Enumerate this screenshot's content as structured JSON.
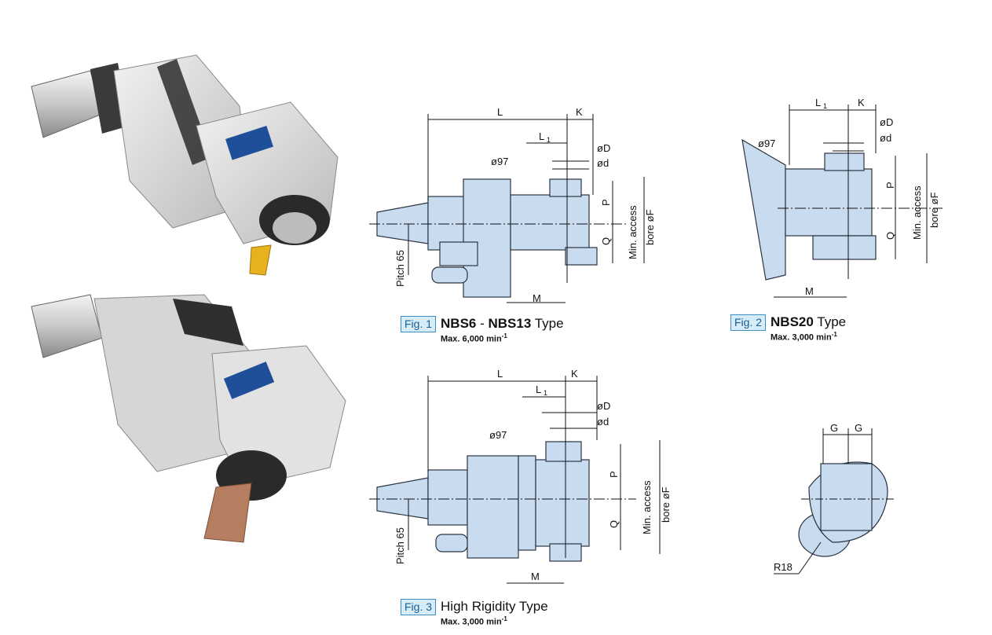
{
  "figures": {
    "fig1": {
      "label": "Fig. 1",
      "name_bold_1": "NBS6",
      "name_sep": " - ",
      "name_bold_2": "NBS13",
      "name_suffix": " Type",
      "speed_text": "Max. 6,000 min",
      "speed_exp": "-1"
    },
    "fig2": {
      "label": "Fig. 2",
      "name_bold_1": "NBS20",
      "name_suffix": " Type",
      "speed_text": "Max. 3,000 min",
      "speed_exp": "-1"
    },
    "fig3": {
      "label": "Fig. 3",
      "name_plain": "High Rigidity Type",
      "speed_text": "Max. 3,000 min",
      "speed_exp": "-1"
    }
  },
  "dims": {
    "L": "L",
    "K": "K",
    "L1": "L",
    "L1_sub": "1",
    "oD": "øD",
    "od": "ød",
    "o97": "ø97",
    "P": "P",
    "Q": "Q",
    "M": "M",
    "pitch": "Pitch 65",
    "min_access": "Min. access",
    "bore": "bore øF",
    "G": "G",
    "R18": "R18"
  },
  "colors": {
    "part_fill": "#c9dcef",
    "part_stroke": "#2b3440",
    "caption_box": "#d6ecf8",
    "caption_border": "#3a8fc8"
  }
}
